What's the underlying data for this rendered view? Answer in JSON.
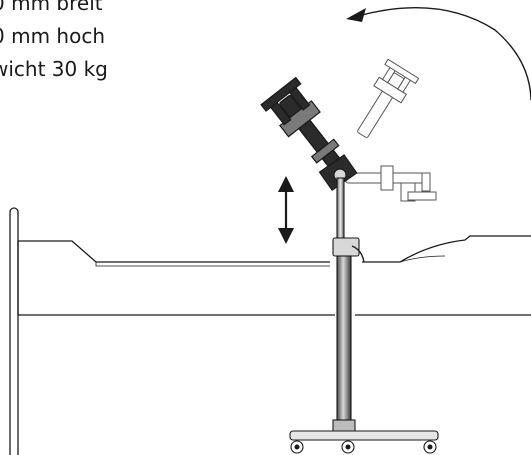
{
  "spec": {
    "lines": [
      "0 mm breit",
      "0 mm hoch",
      "wicht 30 kg"
    ]
  },
  "colors": {
    "line": "#1a1a1a",
    "dark_fill": "#2b2b2b",
    "mid_fill": "#7a7a7a",
    "light_fill": "#e6e6e6",
    "ghost_line": "#555555"
  }
}
